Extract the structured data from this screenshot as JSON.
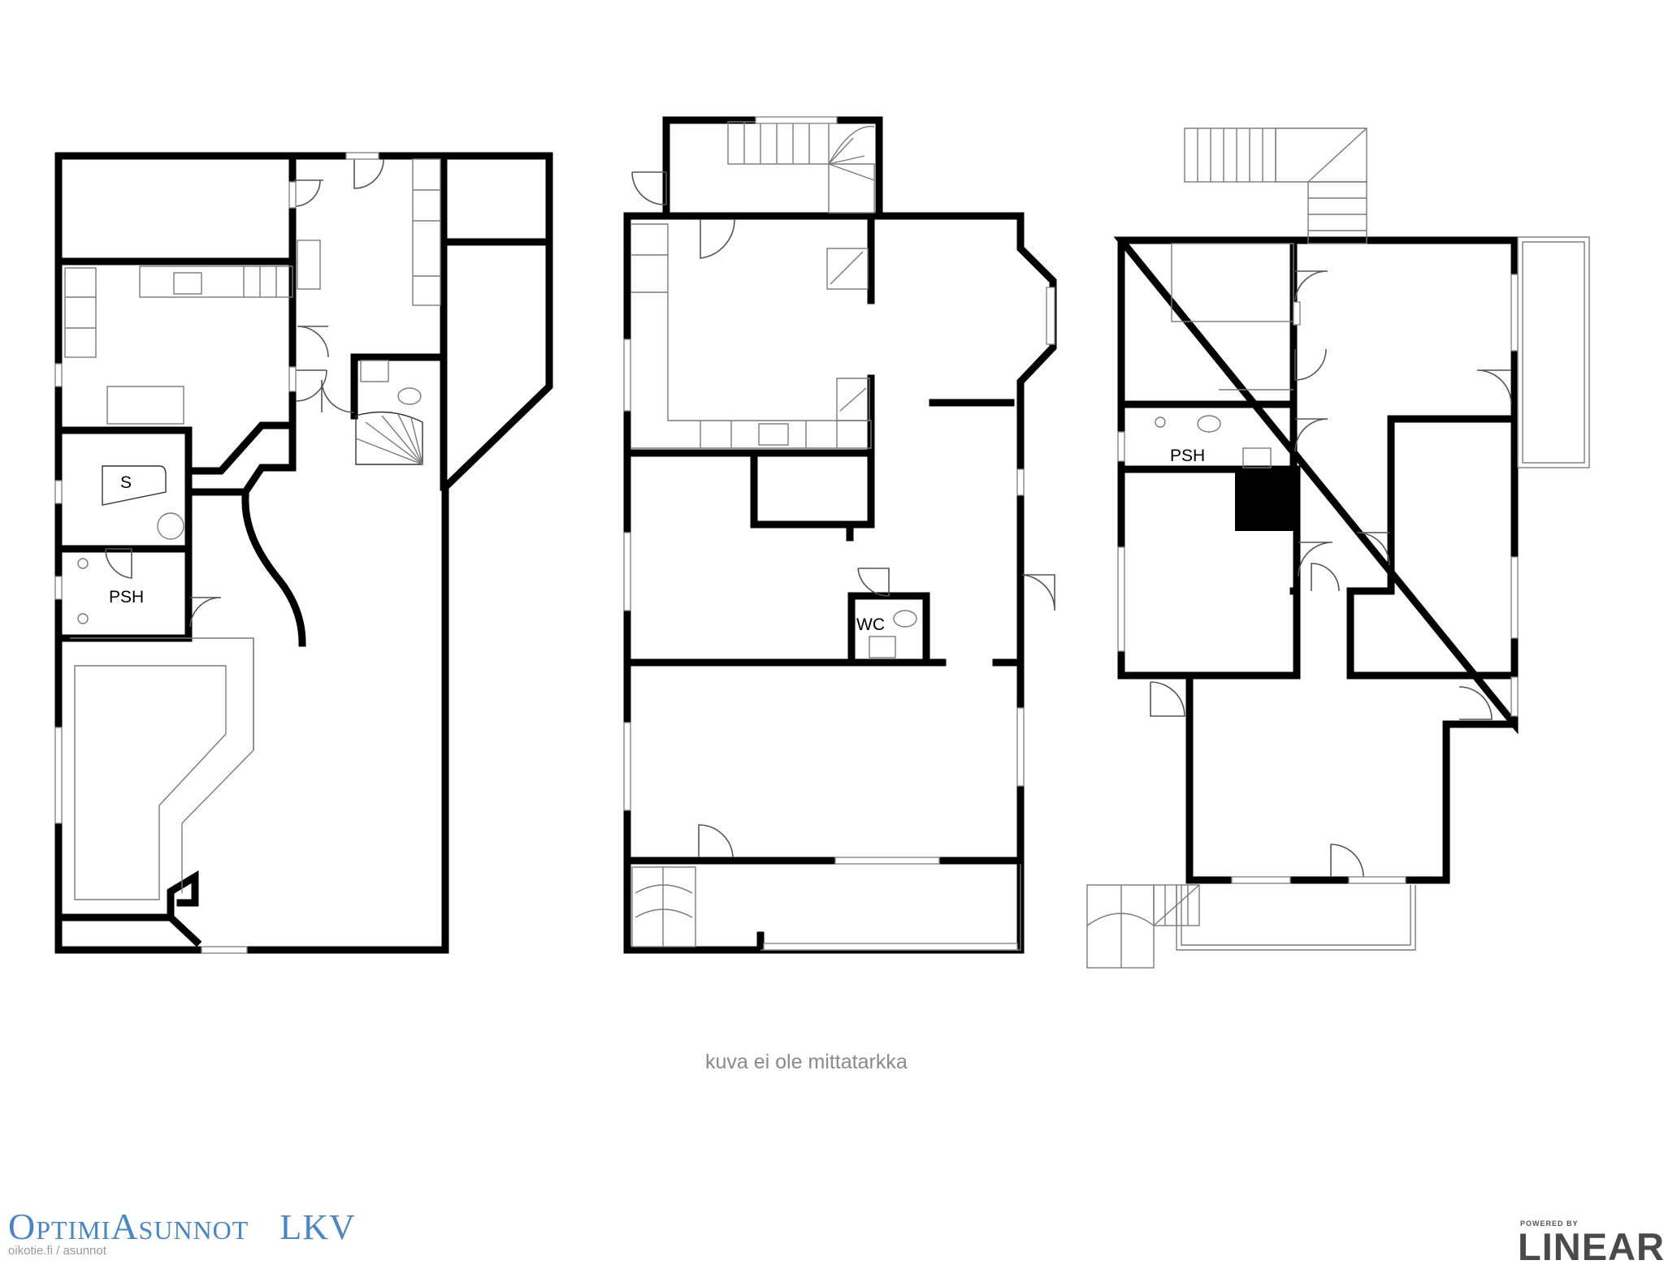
{
  "rooms": {
    "left_sauna": "S",
    "left_bath": "PSH",
    "middle_toilet": "WC",
    "right_bath": "PSH"
  },
  "note": "kuva ei ole mittatarkka",
  "brand": {
    "name": "OptimiAsunnot",
    "suffix": "LKV"
  },
  "watermark": "oikotie.fi / asunnot",
  "powered_by": {
    "label": "POWERED BY",
    "name": "LINEAR"
  },
  "colors": {
    "wall": "#000000",
    "brand": "#4a86bf",
    "note": "#8a8a8a",
    "logo": "#4a4a4a"
  }
}
